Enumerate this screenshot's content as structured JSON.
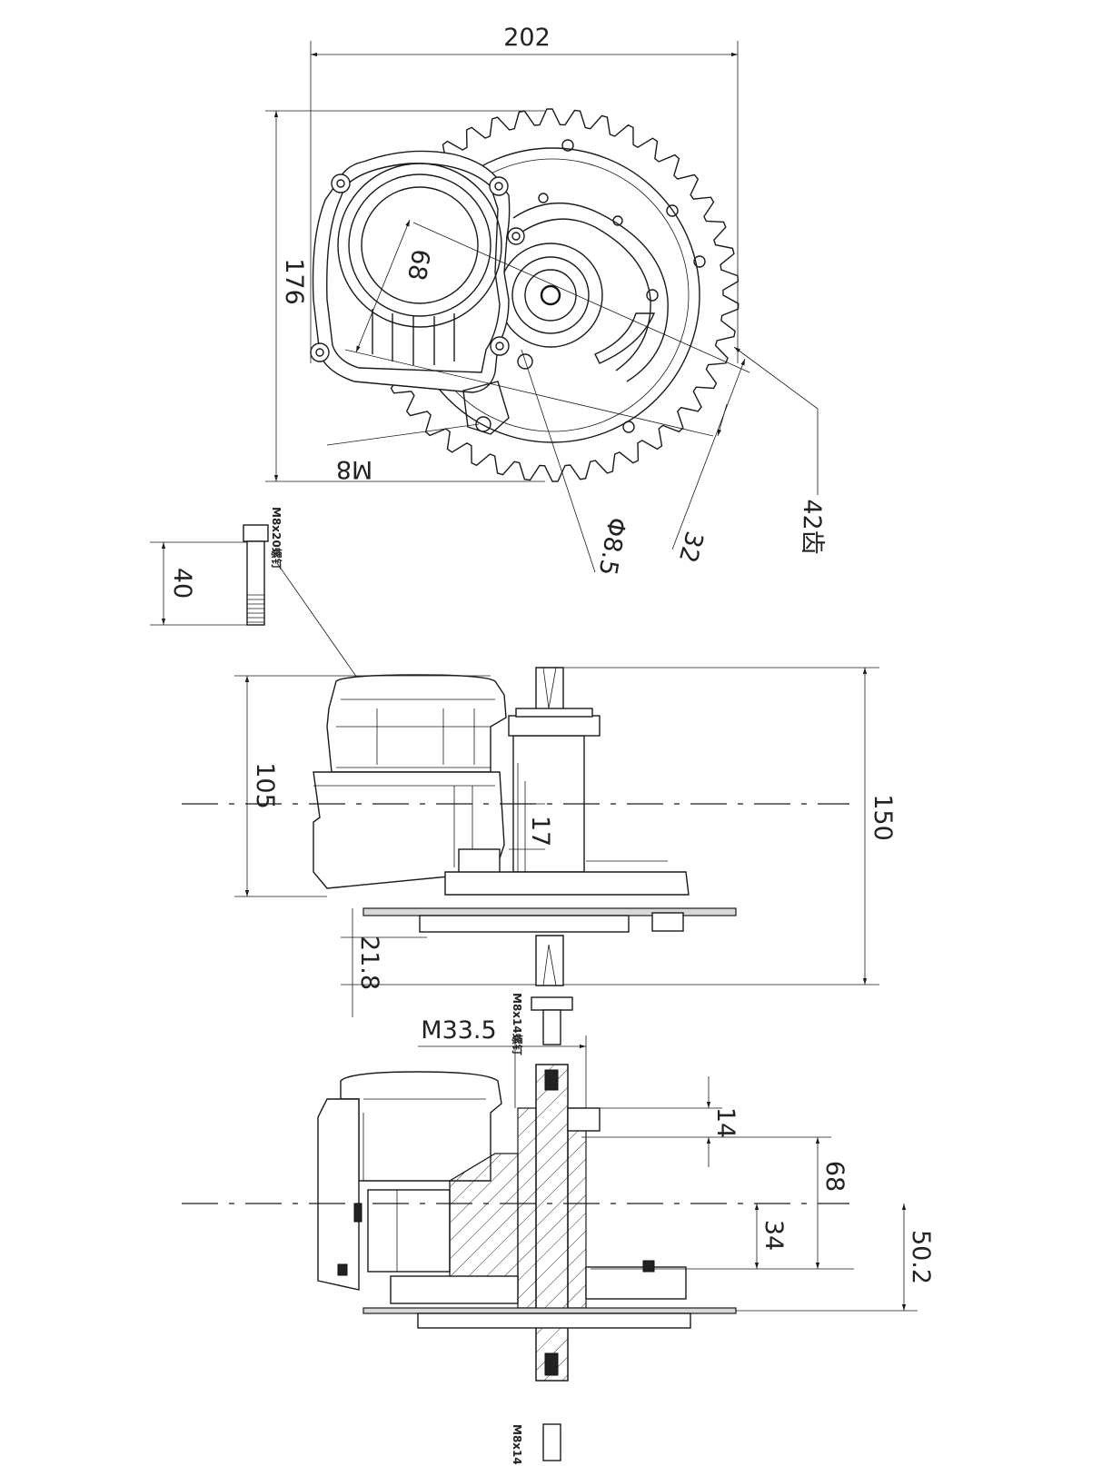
{
  "dimensions": {
    "overall_width": "202",
    "overall_height": "176",
    "bolt_circle": "68",
    "thread_m8": "M8",
    "mount_hole": "Φ8.5",
    "bcd": "32",
    "teeth": "42齿",
    "side_height": "105",
    "offset_17": "17",
    "axle_width": "150",
    "chainline_gap": "21.8",
    "thread_m33": "M33.5",
    "sec_14": "14",
    "sec_68": "68",
    "sec_34": "34",
    "sec_50": "50.2",
    "bolt_length": "40"
  },
  "callouts": {
    "bolt_m8x20": "M8x20螺钉",
    "bolt_m8x14_top": "M8x14螺钉",
    "bolt_m8x14_bottom": "M8x14"
  },
  "colors": {
    "line": "#1a1a1a",
    "paper": "#ffffff"
  }
}
